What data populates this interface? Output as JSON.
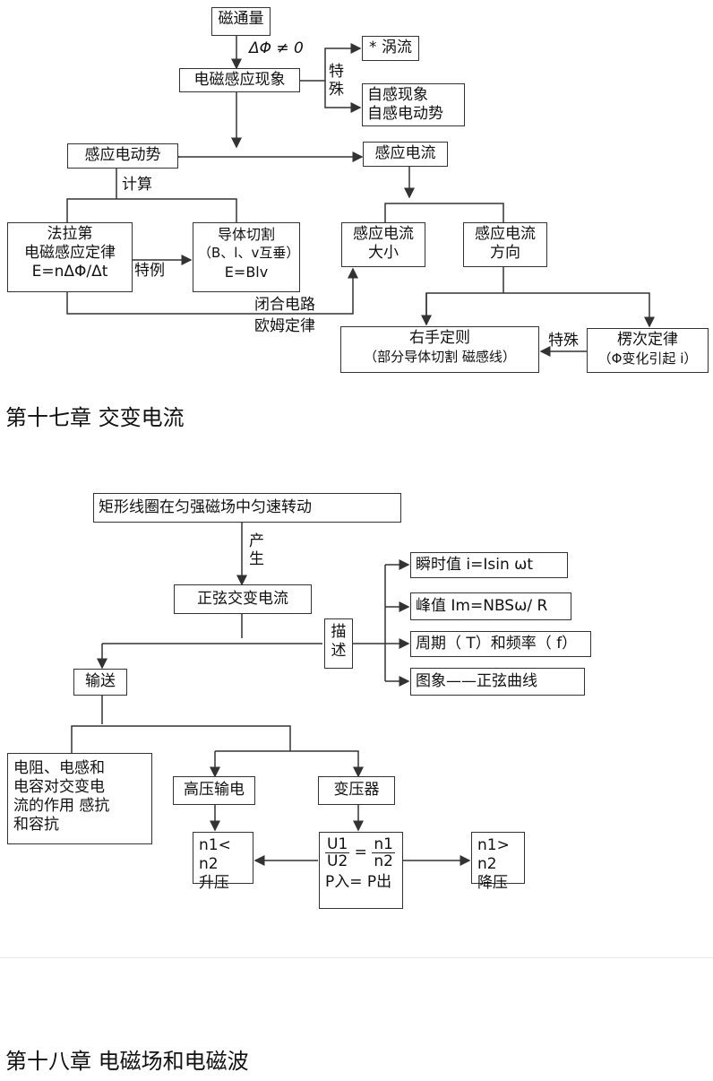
{
  "section1": {
    "flux": "磁通量",
    "delta_phi": "ΔΦ ≠ 0",
    "em_induction": "电磁感应现象",
    "special_label": "特殊",
    "eddy": "* 涡流",
    "self_ind_1": "自感现象",
    "self_ind_2": "自感电动势",
    "induced_emf": "感应电动势",
    "induced_current": "感应电流",
    "calc_label": "计算",
    "faraday_1": "法拉第",
    "faraday_2": "电磁感应定律",
    "faraday_3": "E=nΔΦ/Δt",
    "special_case": "特例",
    "cutting_1": "导体切割",
    "cutting_2": "（B、l、v互垂）",
    "cutting_3": "E=Blv",
    "current_size_1": "感应电流",
    "current_size_2": "大小",
    "current_dir_1": "感应电流",
    "current_dir_2": "方向",
    "closed_circuit": "闭合电路",
    "ohm": "欧姆定律",
    "right_hand_1": "右手定则",
    "right_hand_2": "（部分导体切割  磁感线）",
    "special_label_2": "特殊",
    "lenz_1": "楞次定律",
    "lenz_2": "（Φ变化引起  i）"
  },
  "heading17": "第十七章    交变电流",
  "section2": {
    "rotating": "矩形线圈在匀强磁场中匀速转动",
    "produce": "产生",
    "sine_ac": "正弦交变电流",
    "describe": "描述",
    "instant": "瞬时值  i=Isin  ωt",
    "peak": "峰值  Im=NBSω/ R",
    "period": "周期（ T）和频率（  f）",
    "graph": "图象——正弦曲线",
    "transmit": "输送",
    "effect_1": "电阻、电感和",
    "effect_2": "电容对交变电",
    "effect_3": "流的作用   感抗",
    "effect_4": "和容抗",
    "hv": "高压输电",
    "transformer": "变压器",
    "step_up_1": "n1< n2",
    "step_up_2": "升压",
    "u1": "U1",
    "u2": "U2",
    "n1": "n1",
    "n2": "n2",
    "pin": "P入= P出",
    "step_down_1": "n1> n2",
    "step_down_2": "降压"
  },
  "heading18": "第十八章    电磁场和电磁波"
}
